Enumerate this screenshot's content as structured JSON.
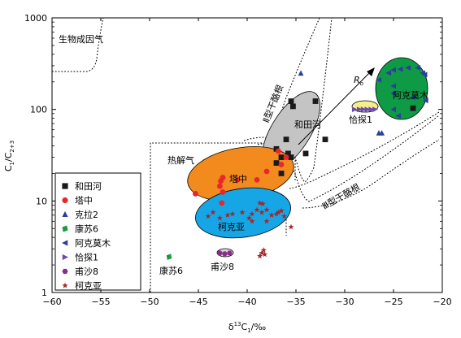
{
  "chart_data": {
    "type": "scatter",
    "xlabel": "δ13C1/‰",
    "ylabel": "C1/C2+3",
    "xlim": [
      -60,
      -20
    ],
    "ylim": [
      1,
      1000
    ],
    "yscale": "log",
    "x_ticks": [
      "−60",
      "−55",
      "−50",
      "−45",
      "−40",
      "−35",
      "−30",
      "−25",
      "−20"
    ],
    "y_ticks": [
      "1",
      "10",
      "100",
      "1000"
    ],
    "legend_position": "bottom-left",
    "region_labels": {
      "biogenic": "生物成因气",
      "thermal": "热解气",
      "kerogen2": "Ⅱ型干酪根",
      "kerogen3": "Ⅲ型干酪根",
      "ro": "R",
      "ro_sub": "o"
    },
    "group_labels": {
      "hetianhe": "和田河",
      "tazhong": "塔中",
      "qiatan1": "恰探1",
      "akemu": "阿克莫木",
      "kekeya": "柯克亚",
      "kangsu6": "康苏6",
      "fusha8": "甫沙8"
    },
    "colors": {
      "hetianhe": "#1a1a1a",
      "tazhong": "#e8262c",
      "kela2": "#2a3f9e",
      "kangsu6": "#1a9a3a",
      "akemu": "#2a3f9e",
      "qiatan1": "#6a4ab5",
      "fusha8": "#8b2c8c",
      "kekeya": "#a0282a",
      "ellipse_hetianhe": "#c4c4c4",
      "ellipse_tazhong": "#f28a1e",
      "ellipse_kekeya": "#16a6e6",
      "ellipse_akemu": "#0f9a46",
      "ellipse_qiatan1": "#f4ef8a",
      "ellipse_fusha8": "#d8d8d8"
    },
    "series": [
      {
        "name": "和田河",
        "key": "hetianhe",
        "marker": "square",
        "points": [
          [
            -35.5,
            123
          ],
          [
            -35.3,
            108
          ],
          [
            -33,
            123
          ],
          [
            -36,
            47
          ],
          [
            -36.5,
            30
          ],
          [
            -35.8,
            33
          ],
          [
            -35.5,
            30
          ],
          [
            -37,
            37
          ],
          [
            -36.5,
            20
          ],
          [
            -37,
            26
          ],
          [
            -34,
            33
          ],
          [
            -32,
            47
          ],
          [
            -23,
            103
          ]
        ]
      },
      {
        "name": "塔中",
        "key": "tazhong",
        "marker": "circle",
        "points": [
          [
            -42.5,
            18
          ],
          [
            -42.7,
            16.5
          ],
          [
            -42.8,
            14.5
          ],
          [
            -42.5,
            12.5
          ],
          [
            -45.3,
            12
          ],
          [
            -42.6,
            9.5
          ],
          [
            -41,
            17
          ],
          [
            -39,
            17
          ],
          [
            -38,
            21
          ],
          [
            -36.8,
            35
          ],
          [
            -36.5,
            25
          ],
          [
            -36,
            30
          ]
        ]
      },
      {
        "name": "克拉2",
        "key": "kela2",
        "marker": "triangle",
        "points": [
          [
            -34.5,
            248
          ],
          [
            -26.5,
            55
          ],
          [
            -26.2,
            55
          ]
        ]
      },
      {
        "name": "康苏6",
        "key": "kangsu6",
        "marker": "diamond",
        "points": [
          [
            -48,
            2.45
          ]
        ]
      },
      {
        "name": "阿克莫木",
        "key": "akemu",
        "marker": "tri-left",
        "points": [
          [
            -25.5,
            250
          ],
          [
            -25,
            270
          ],
          [
            -24.3,
            275
          ],
          [
            -23.5,
            285
          ],
          [
            -22.5,
            285
          ],
          [
            -22,
            250
          ],
          [
            -21.8,
            240
          ],
          [
            -26.5,
            210
          ],
          [
            -25,
            180
          ],
          [
            -25,
            150
          ],
          [
            -23,
            135
          ],
          [
            -21.7,
            125
          ],
          [
            -25,
            100
          ],
          [
            -24.5,
            85
          ]
        ]
      },
      {
        "name": "恰探1",
        "key": "qiatan1",
        "marker": "tri-right",
        "points": [
          [
            -29,
            100
          ],
          [
            -28.5,
            100
          ],
          [
            -28.1,
            100
          ],
          [
            -27.7,
            100
          ],
          [
            -27.3,
            100
          ],
          [
            -26.9,
            100
          ]
        ]
      },
      {
        "name": "甫沙8",
        "key": "fusha8",
        "marker": "hexagon",
        "points": [
          [
            -42.8,
            2.7
          ],
          [
            -42.3,
            2.65
          ],
          [
            -41.8,
            2.7
          ]
        ]
      },
      {
        "name": "柯克亚",
        "key": "kekeya",
        "marker": "star",
        "points": [
          [
            -43.5,
            7.5
          ],
          [
            -44,
            6.8
          ],
          [
            -42.8,
            6.5
          ],
          [
            -42,
            7
          ],
          [
            -41.5,
            7.2
          ],
          [
            -40.5,
            7.5
          ],
          [
            -39.8,
            6.5
          ],
          [
            -39.5,
            7.2
          ],
          [
            -39,
            8
          ],
          [
            -38.7,
            9.5
          ],
          [
            -38.4,
            9.3
          ],
          [
            -38.5,
            7.5
          ],
          [
            -38,
            8
          ],
          [
            -37.5,
            7
          ],
          [
            -37,
            7.2
          ],
          [
            -36.8,
            7.5
          ],
          [
            -36.5,
            7.8
          ],
          [
            -36.2,
            6.8
          ],
          [
            -38,
            6
          ],
          [
            -39.5,
            6
          ],
          [
            -35.5,
            5.2
          ],
          [
            -38.5,
            2.7
          ],
          [
            -38.2,
            2.6
          ],
          [
            -38.7,
            2.5
          ],
          [
            -38.3,
            2.9
          ]
        ]
      }
    ]
  }
}
